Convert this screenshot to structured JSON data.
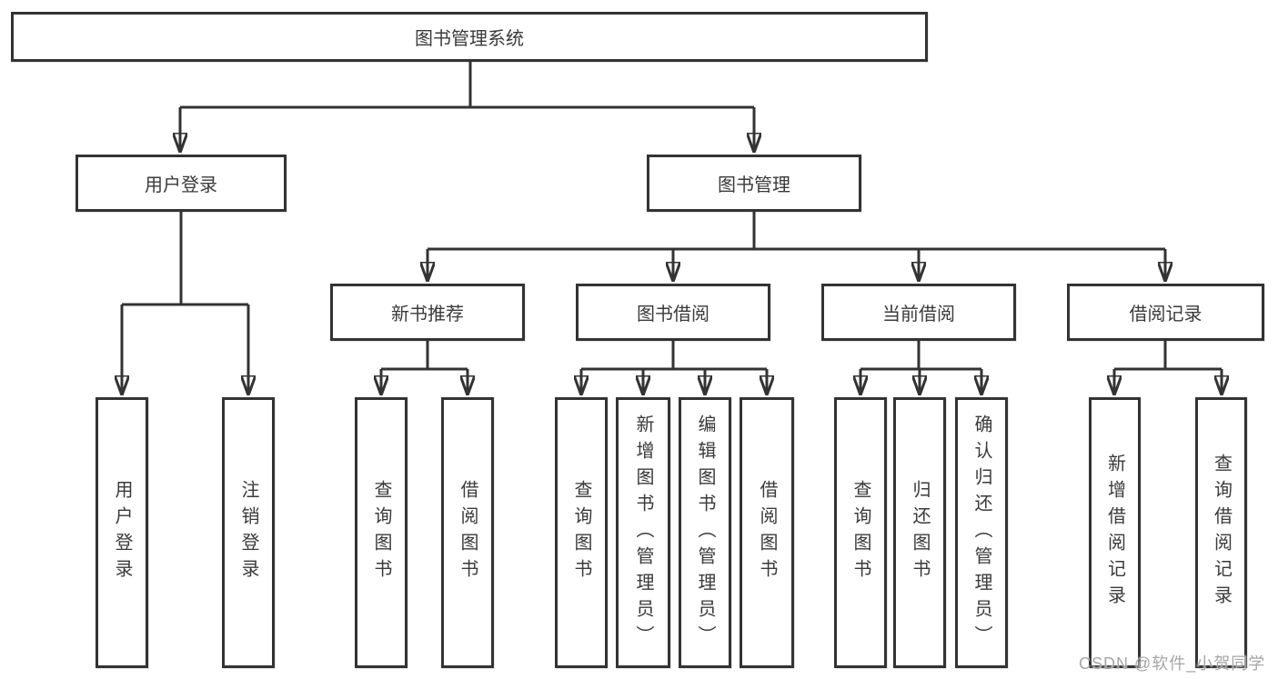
{
  "diagram": {
    "root": {
      "label": "图书管理系统"
    },
    "branches": {
      "user_login": {
        "label": "用户登录",
        "children": [
          "用户登录",
          "注销登录"
        ]
      },
      "book_mgmt": {
        "label": "图书管理"
      }
    },
    "modules": [
      {
        "label": "新书推荐",
        "children": [
          "查询图书",
          "借阅图书"
        ]
      },
      {
        "label": "图书借阅",
        "children": [
          "查询图书",
          "新增图书（管理员）",
          "编辑图书（管理员）",
          "借阅图书"
        ]
      },
      {
        "label": "当前借阅",
        "children": [
          "查询图书",
          "归还图书",
          "确认归还（管理员）"
        ]
      },
      {
        "label": "借阅记录",
        "children": [
          "新增借阅记录",
          "查询借阅记录"
        ]
      }
    ]
  },
  "watermark": {
    "text": "CSDN @软件_小贺同学"
  },
  "colors": {
    "line": "#333333",
    "box_border": "#333333",
    "box_background": "#ffffff",
    "text": "#3a3a3a",
    "watermark": "#a6a6a6",
    "background": "#ffffff"
  }
}
